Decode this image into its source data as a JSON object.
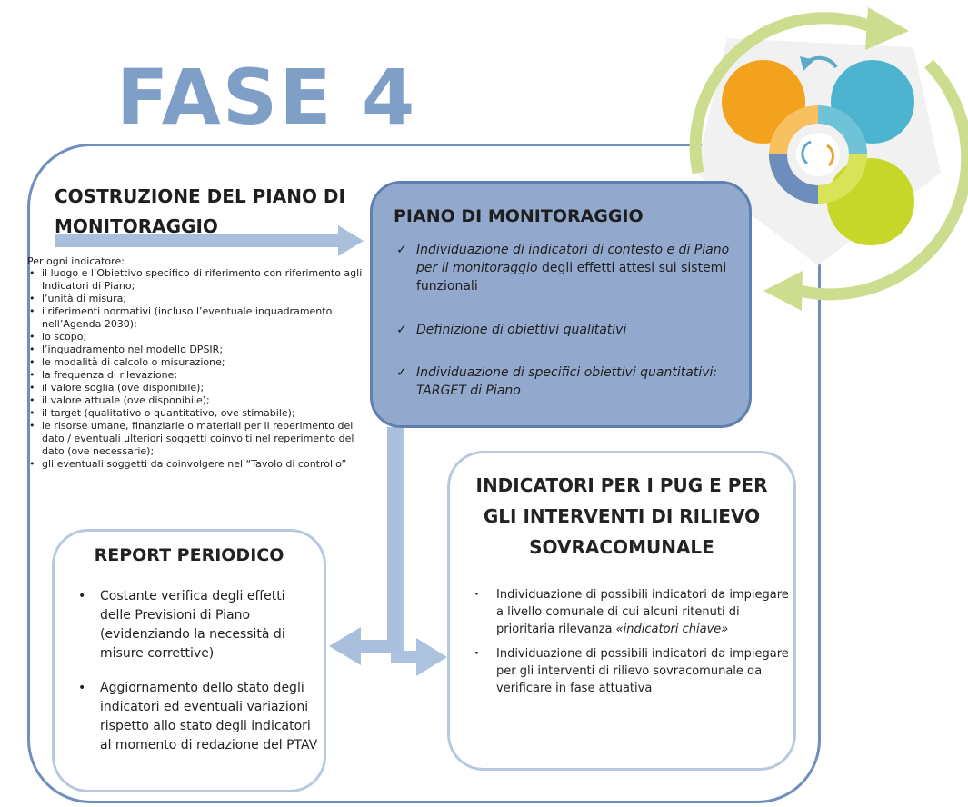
{
  "title": "FASE 4",
  "section": {
    "title_line1": "COSTRUZIONE DEL PIANO DI",
    "title_line2": "MONITORAGGIO"
  },
  "indicators": {
    "intro": "Per ogni indicatore:",
    "items": [
      "il luogo e l’Obiettivo specifico di riferimento con riferimento agli Indicatori di Piano;",
      "l’unità di misura;",
      "i riferimenti normativi (incluso l’eventuale inquadramento nell’Agenda 2030);",
      "lo scopo;",
      "l’inquadramento nel modello DPSIR;",
      "le modalità di calcolo o misurazione;",
      "la frequenza di rilevazione;",
      "il valore soglia (ove disponibile);",
      "il valore attuale (ove disponibile);",
      "il target (qualitativo o quantitativo, ove stimabile);",
      "le risorse umane, finanziarie o materiali per il reperimento del dato / eventuali ulteriori soggetti coinvolti nel reperimento del dato (ove necessarie);",
      "gli eventuali soggetti da coinvolgere nel “Tavolo di controllo”"
    ]
  },
  "piano": {
    "title": "PIANO DI MONITORAGGIO",
    "check_mark": "✓",
    "item1_italic": "Individuazione di indicatori di contesto e di Piano per il monitoraggio",
    "item1_rest": " degli effetti attesi sui sistemi funzionali",
    "item2": "Definizione di obiettivi qualitativi",
    "item3": "Individuazione di specifici obiettivi quantitativi: TARGET di Piano"
  },
  "report": {
    "title": "REPORT PERIODICO",
    "items": [
      "Costante verifica degli effetti delle Previsioni di Piano (evidenziando la necessità di misure correttive)",
      "Aggiornamento dello stato degli indicatori ed eventuali variazioni rispetto allo stato degli indicatori al momento di redazione del PTAV"
    ]
  },
  "pug": {
    "title_line1": "INDICATORI PER I PUG E PER",
    "title_line2": "GLI INTERVENTI DI RILIEVO",
    "title_line3": "SOVRACOMUNALE",
    "item1_text": "Individuazione di possibili indicatori da impiegare a livello comunale di cui alcuni ritenuti di prioritaria rilevanza ",
    "item1_italic": "«indicatori chiave»",
    "item2": "Individuazione di possibili indicatori da impiegare per gli interventi di rilievo sovracomunale da verificare in fase attuativa"
  },
  "colors": {
    "title_blue": "#7f9fc7",
    "frame_blue": "#6f8fbf",
    "piano_fill": "#92a9cd",
    "arrow_blue": "#a9bfdc",
    "cycle_orange": "#f3a21e",
    "cycle_teal": "#4db4cf",
    "cycle_lime": "#c6d72a",
    "cycle_ring_green": "#cddd8f"
  }
}
